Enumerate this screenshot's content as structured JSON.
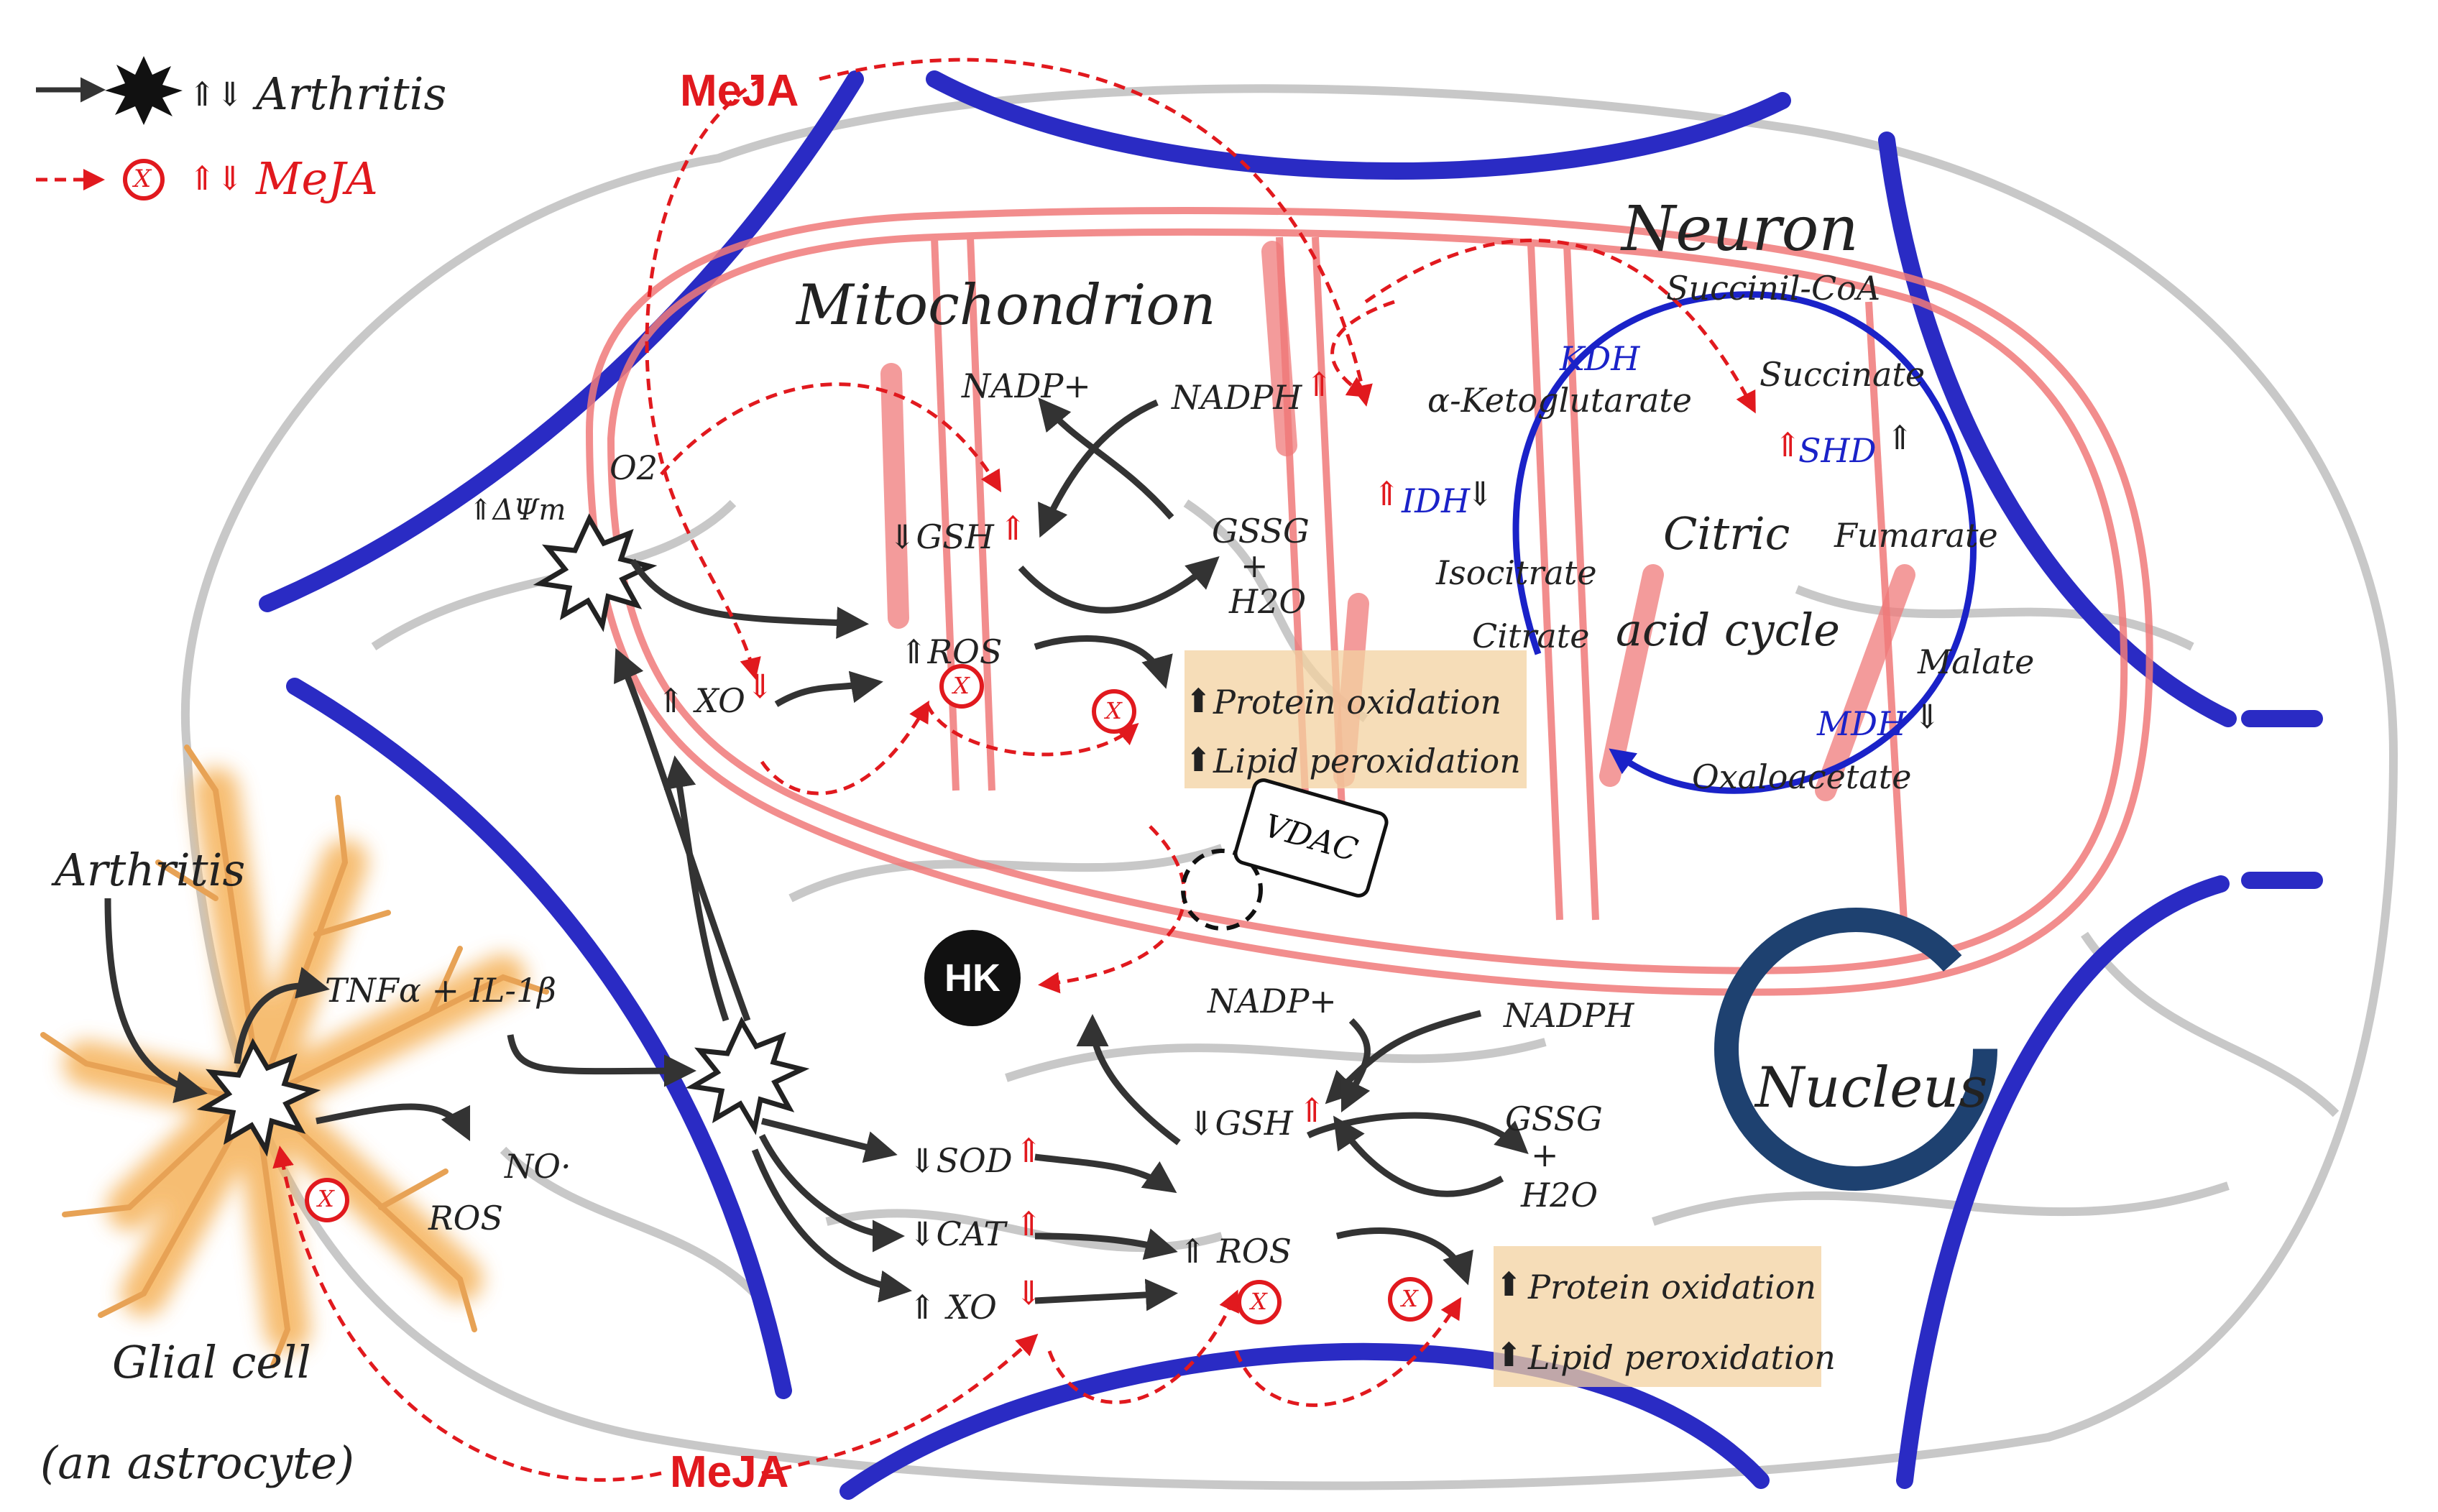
{
  "legend": {
    "arthritis": "Arthritis",
    "meja": "MeJA",
    "up_down": "⇑⇓"
  },
  "cells": {
    "neuron": "Neuron",
    "mitochondrion": "Mitochondrion",
    "nucleus": "Nucleus",
    "glial_cell": "Glial cell",
    "astrocyte": "(an astrocyte)"
  },
  "triggers": {
    "meja_top": "MeJA",
    "meja_bottom": "MeJA",
    "arthritis": "Arthritis"
  },
  "glial": {
    "cytokines": "TNFα + IL-1β",
    "no": "NO·",
    "ros": "ROS"
  },
  "mito": {
    "o2": "O2",
    "delta_psi": "⇑ΔΨm",
    "xo": "⇑ XO",
    "ros": "⇑ROS",
    "gsh": "⇓GSH",
    "nadp": "NADP+",
    "nadph": "NADPH",
    "gssg": "GSSG",
    "plus": "+",
    "h2o": "H2O",
    "protein_oxidation": "Protein oxidation",
    "lipid_peroxidation": "Lipid peroxidation"
  },
  "tca": {
    "succinyl_coa": "Succinil-CoA",
    "kdh": "KDH",
    "alpha_kg": "α-Ketoglutarate",
    "succinate": "Succinate",
    "shd": "SHD",
    "idh": "IDH",
    "isocitrate": "Isocitrate",
    "citric": "Citric",
    "fumarate": "Fumarate",
    "citrate": "Citrate",
    "acid_cycle": "acid cycle",
    "malate": "Malate",
    "mdh": "MDH",
    "oxaloacetate": "Oxaloacetate"
  },
  "cyto": {
    "nadp": "NADP+",
    "nadph": "NADPH",
    "gsh": "⇓GSH",
    "gssg": "GSSG",
    "plus": "+",
    "h2o": "H2O",
    "sod": "⇓SOD",
    "cat": "⇓CAT",
    "xo": "⇑ XO",
    "ros": "⇑ ROS",
    "protein_oxidation": "Protein oxidation",
    "lipid_peroxidation": "Lipid peroxidation"
  },
  "markers": {
    "vdac": "VDAC",
    "hk": "HK",
    "inhibit": "X",
    "up": "⇑",
    "down": "⇓",
    "up_arrow": "⬆"
  },
  "colors": {
    "meja_red": "#e1191e",
    "membrane_blue": "#2a2bc4",
    "mito_pink": "#f07a7a",
    "tca_blue": "#1a22c8",
    "box_tan": "#f3d2a0",
    "astrocyte_glow": "#f5b25a",
    "ink": "#333333"
  }
}
